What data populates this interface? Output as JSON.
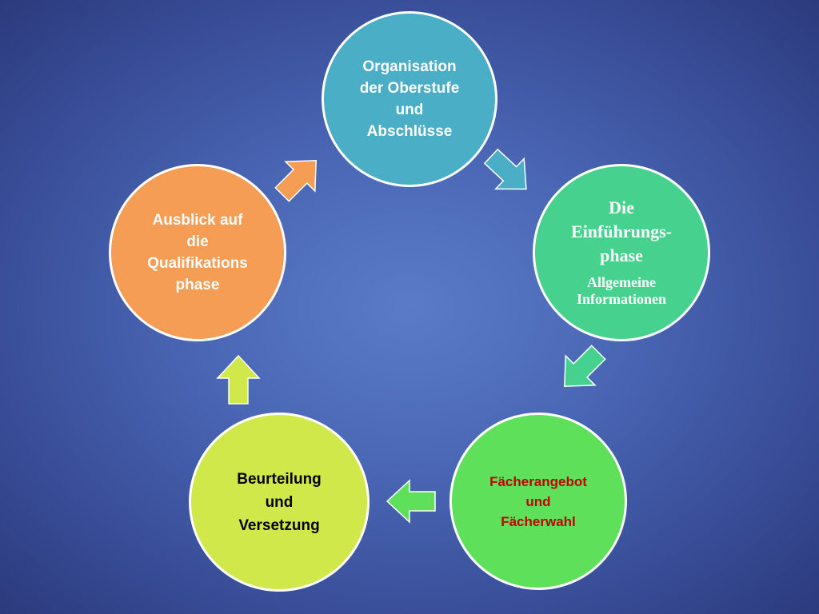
{
  "nodes": {
    "organisation": {
      "label": "Organisation\nder Oberstufe\nund\nAbschlüsse",
      "color": "#4aaec6"
    },
    "einfuehrung": {
      "title": "Die\nEinführungs-\nphase",
      "subtitle": "Allgemeine\nInformationen",
      "color": "#46d18e"
    },
    "faecher": {
      "label": "Fächerangebot\nund\nFächerwahl",
      "color": "#5ee05a",
      "text_color": "#c00000"
    },
    "beurteilung": {
      "label": "Beurteilung\nund\nVersetzung",
      "color": "#d1e84a"
    },
    "ausblick": {
      "label": "Ausblick auf\ndie\nQualifikations\nphase",
      "color": "#f59c55"
    }
  },
  "arrows": {
    "organisation_to_einfuehrung": {
      "color": "#4aaec6"
    },
    "einfuehrung_to_faecher": {
      "color": "#46d18e"
    },
    "faecher_to_beurteilung": {
      "color": "#5ee05a"
    },
    "beurteilung_to_ausblick": {
      "color": "#d1e84a"
    },
    "ausblick_to_organisation": {
      "color": "#f59c55"
    }
  }
}
